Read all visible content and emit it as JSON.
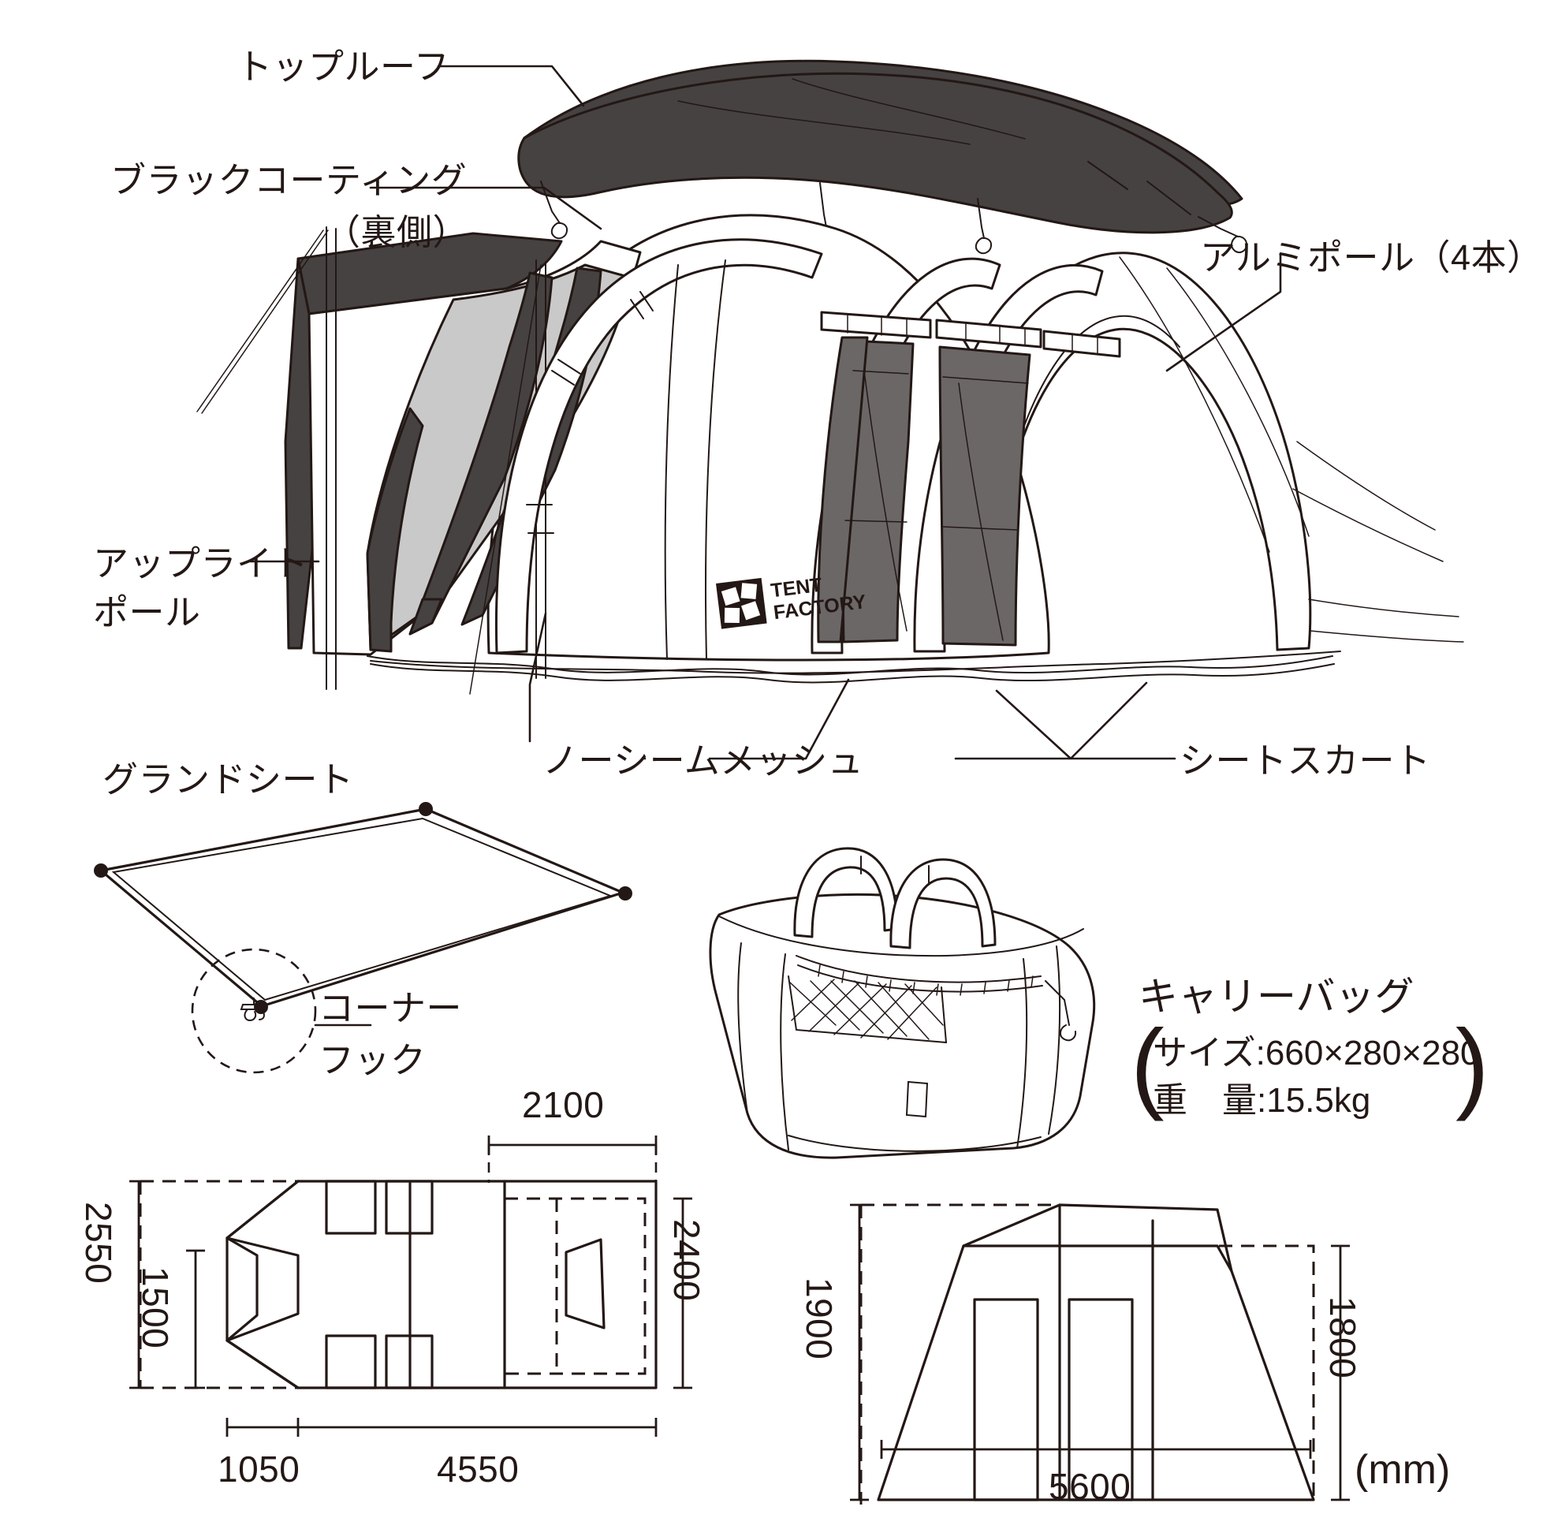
{
  "document": {
    "type": "tent-product-spec-illustration",
    "unit_label": "(mm)"
  },
  "colors": {
    "ink": "#231815",
    "dark_panel": "#464242",
    "mid_panel": "#6b6767",
    "light_mesh": "#c9c9c9",
    "body_white": "#ffffff",
    "bag_fill": "#ffffff"
  },
  "callouts": {
    "top_roof": "トップルーフ",
    "black_coating_line1": "ブラックコーティング",
    "black_coating_line2": "（裏側）",
    "alu_pole": "アルミポール（4本）",
    "upright_pole_line1": "アップライト",
    "upright_pole_line2": "ポール",
    "no_seam_mesh": "ノーシームメッシュ",
    "sheet_skirt": "シートスカート",
    "ground_sheet": "グランドシート",
    "corner_hook_line1": "コーナー",
    "corner_hook_line2": "フック"
  },
  "brand": {
    "logo_line1": "TENT",
    "logo_line2": "FACTORY"
  },
  "carry_bag": {
    "title": "キャリーバッグ",
    "size_label": "サイズ:",
    "size_value": "660×280×280",
    "weight_label": "重　量:",
    "weight_value": "15.5kg",
    "size_row": "サイズ:660×280×280",
    "weight_row": "重　量:15.5kg"
  },
  "plan_view": {
    "name": "floor-plan-top-view",
    "dim_overall_depth": "2550",
    "dim_inner_depth": "1500",
    "dim_right_depth": "2400",
    "dim_vestibule_width": "2100",
    "dim_front_length": "1050",
    "dim_body_length": "4550"
  },
  "side_view": {
    "name": "side-elevation",
    "dim_peak_height": "1900",
    "dim_rear_height": "1800",
    "dim_total_length": "5600"
  }
}
